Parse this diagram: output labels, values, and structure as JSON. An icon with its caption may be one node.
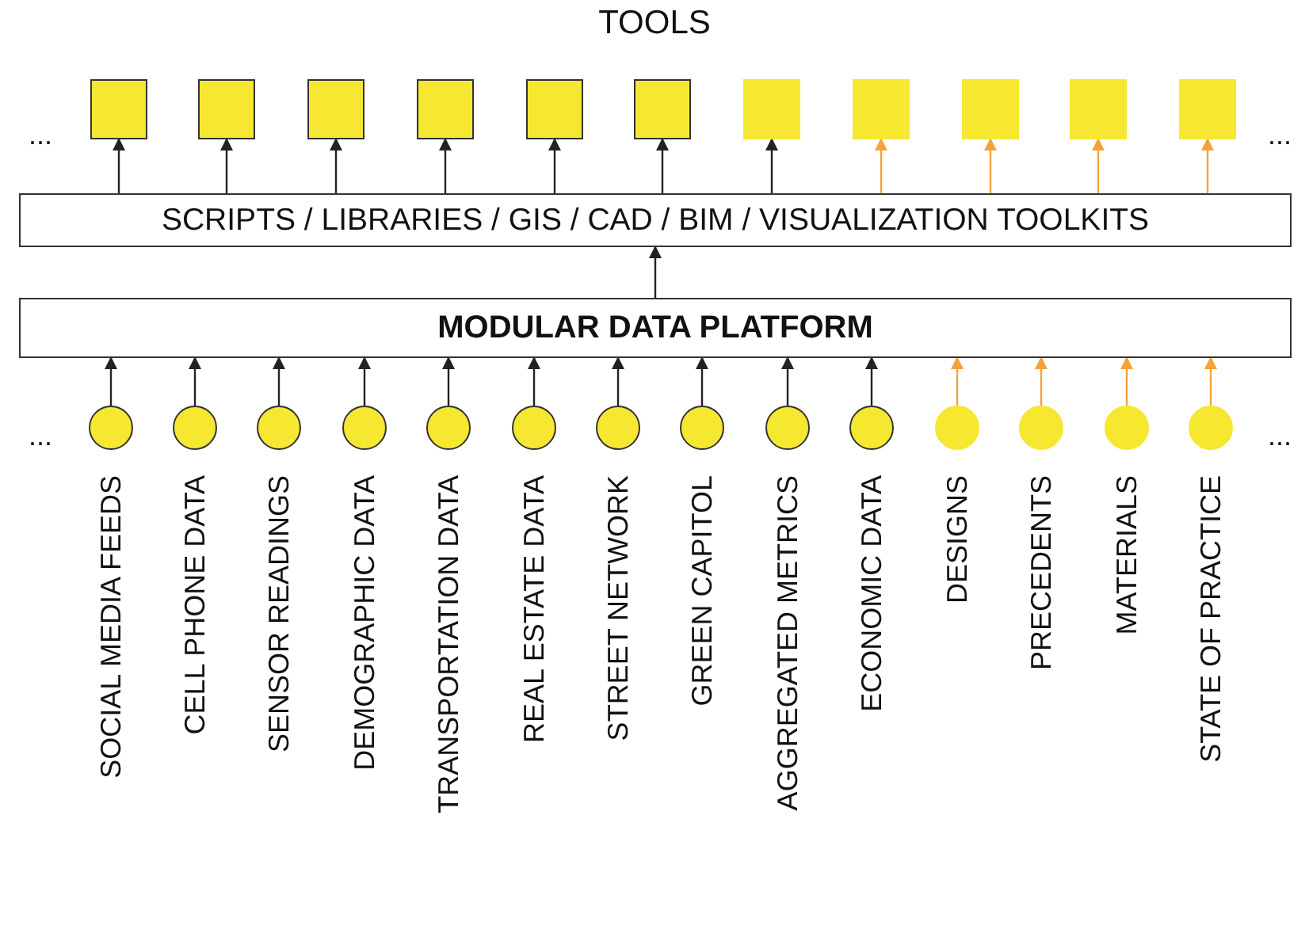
{
  "diagram": {
    "title": "TOOLS",
    "nodes": [
      {
        "text": [],
        "shape": "box"
      },
      {
        "text": [],
        "shape": "box"
      },
      {
        "text": [],
        "shape": "box"
      },
      {
        "text": [],
        "shape": "box"
      },
      {
        "text": [],
        "shape": "box"
      },
      {
        "text": [],
        "shape": "box"
      },
      {
        "text": [],
        "shape": "box"
      },
      {
        "text": [],
        "shape": "box"
      },
      {
        "text": [],
        "shape": "box"
      },
      {
        "text": [],
        "shape": "box"
      },
      {
        "text": [],
        "shape": "box"
      },
      {
        "text": [
          "SCRIPTS / LIBRARIES / GIS / CAD / BIM / VISUALIZATION TOOLKITS"
        ]
      },
      {
        "text": [
          "MODULAR DATA PLATFORM"
        ]
      },
      {
        "text": [
          "SOCIAL MEDIA FEEDS"
        ]
      },
      {
        "text": [
          "CELL PHONE DATA"
        ]
      },
      {
        "text": [
          "SENSOR READINGS"
        ]
      },
      {
        "text": [
          "DEMOGRAPHIC DATA"
        ]
      },
      {
        "text": [
          "TRANSPORTATION DATA"
        ]
      },
      {
        "text": [
          "REAL ESTATE DATA"
        ]
      },
      {
        "text": [
          "STREET NETWORK"
        ]
      },
      {
        "text": [
          "GREEN CAPITOL"
        ]
      },
      {
        "text": [
          "AGGREGATED METRICS"
        ]
      },
      {
        "text": [
          "ECONOMIC DATA"
        ]
      },
      {
        "text": [
          "DESIGNS"
        ]
      },
      {
        "text": [
          "PRECEDENTS"
        ]
      },
      {
        "text": [
          "MATERIALS"
        ]
      },
      {
        "text": [
          "STATE OF PRACTICE"
        ]
      }
    ],
    "edges": [
      {
        "from": 11,
        "to": 0,
        "arrow": "to"
      },
      {
        "from": 11,
        "to": 1,
        "arrow": "to"
      },
      {
        "from": 11,
        "to": 2,
        "arrow": "to"
      },
      {
        "from": 11,
        "to": 3,
        "arrow": "to"
      },
      {
        "from": 11,
        "to": 4,
        "arrow": "to"
      },
      {
        "from": 11,
        "to": 5,
        "arrow": "to"
      },
      {
        "from": 11,
        "to": 6,
        "arrow": "to"
      },
      {
        "from": 11,
        "to": 7,
        "arrow": "to",
        "color": "#f4a23a"
      },
      {
        "from": 11,
        "to": 8,
        "arrow": "to",
        "color": "#f4a23a"
      },
      {
        "from": 11,
        "to": 9,
        "arrow": "to",
        "color": "#f4a23a"
      },
      {
        "from": 11,
        "to": 10,
        "arrow": "to",
        "color": "#f4a23a"
      },
      {
        "from": 12,
        "to": 11,
        "arrow": "to"
      },
      {
        "from": 13,
        "to": 12,
        "arrow": "to"
      },
      {
        "from": 14,
        "to": 12,
        "arrow": "to"
      },
      {
        "from": 15,
        "to": 12,
        "arrow": "to"
      },
      {
        "from": 16,
        "to": 12,
        "arrow": "to"
      },
      {
        "from": 17,
        "to": 12,
        "arrow": "to"
      },
      {
        "from": 18,
        "to": 12,
        "arrow": "to"
      },
      {
        "from": 19,
        "to": 12,
        "arrow": "to"
      },
      {
        "from": 20,
        "to": 12,
        "arrow": "to"
      },
      {
        "from": 21,
        "to": 12,
        "arrow": "to"
      },
      {
        "from": 22,
        "to": 12,
        "arrow": "to"
      },
      {
        "from": 23,
        "to": 12,
        "arrow": "to",
        "color": "#f4a23a"
      },
      {
        "from": 24,
        "to": 12,
        "arrow": "to",
        "color": "#f4a23a"
      },
      {
        "from": 25,
        "to": 12,
        "arrow": "to",
        "color": "#f4a23a"
      },
      {
        "from": 26,
        "to": 12,
        "arrow": "to",
        "color": "#f4a23a"
      }
    ],
    "labels": [
      "...",
      "...",
      "...",
      "..."
    ]
  }
}
